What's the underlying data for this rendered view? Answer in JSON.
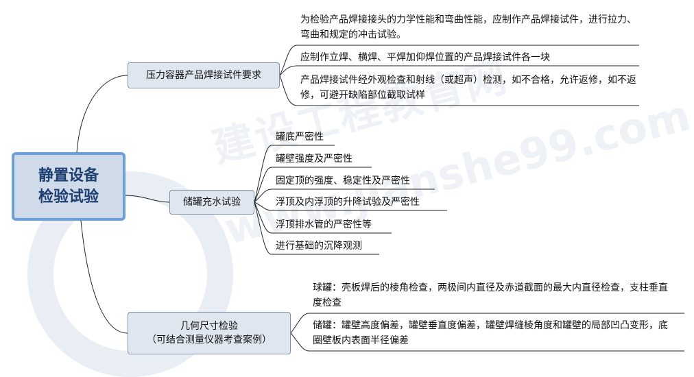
{
  "watermark": {
    "brand_text": "建设工程教育网",
    "url_text": "www.jianshe99.com"
  },
  "root": {
    "title": "静置设备检验试验"
  },
  "branch_pressure": {
    "label": "压力容器产品焊接试件要求",
    "items": [
      "为检验产品焊接接头的力学性能和弯曲性能，应制作产品焊接试件，进行拉力、弯曲和规定的冲击试验。",
      "应制作立焊、横焊、平焊加仰焊位置的产品焊接试件各一块",
      "产品焊接试件经外观检查和射线（或超声）检测，如不合格，允许返修，如不返修，可避开缺陷部位截取试样"
    ]
  },
  "branch_tank": {
    "label": "储罐充水试验",
    "items": [
      "罐底严密性",
      "罐壁强度及严密性",
      "固定顶的强度、稳定性及严密性",
      "浮顶及内浮顶的升降试验及严密性",
      "浮顶排水管的严密性等",
      "进行基础的沉降观测"
    ]
  },
  "branch_geometry": {
    "label_line1": "几何尺寸检验",
    "label_line2": "（可结合测量仪器考查案例）",
    "items": [
      "球罐：壳板焊后的棱角检查，两极间内直径及赤道截面的最大内直径检查，支柱垂直度检查",
      "储罐：罐壁高度偏差，罐壁垂直度偏差，罐壁焊缝棱角度和罐壁的局部凹凸变形，底圈壁板内表面半径偏差"
    ]
  }
}
